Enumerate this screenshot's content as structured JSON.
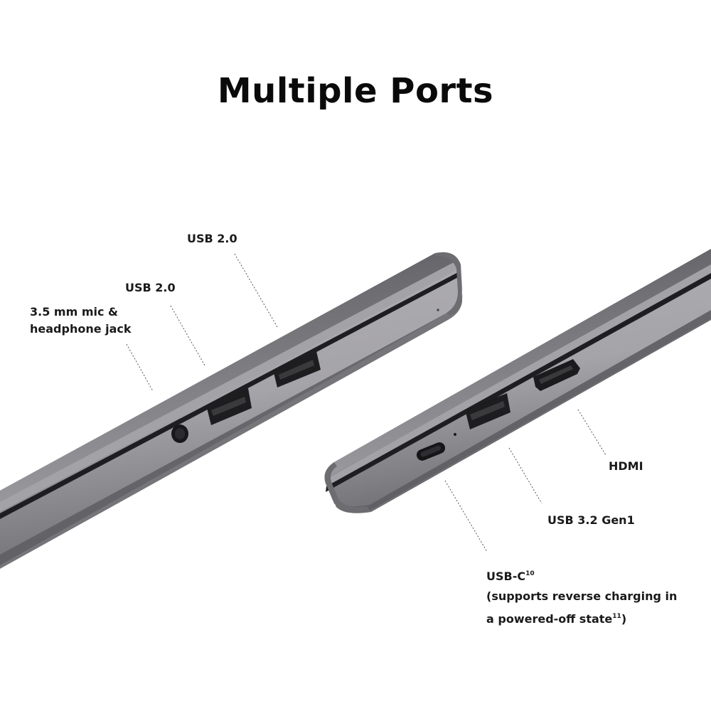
{
  "title": "Multiple Ports",
  "colors": {
    "background": "#ffffff",
    "chassis_top": "#8e8d92",
    "chassis_side": "#a9a8ad",
    "chassis_shadow": "#5c5b60",
    "seam": "#1e1e20",
    "port": "#1f1f21",
    "text": "#1a1a1a",
    "leader_line": "#555555"
  },
  "left_device": {
    "ports": [
      {
        "id": "audio-jack",
        "label": "3.5 mm mic &",
        "label_line2": "headphone jack"
      },
      {
        "id": "usb-a-1",
        "label": "USB 2.0"
      },
      {
        "id": "usb-a-2",
        "label": "USB 2.0"
      }
    ]
  },
  "right_device": {
    "ports": [
      {
        "id": "usb-c",
        "label": "USB-C",
        "label_sup": "10",
        "label_line2": "(supports reverse charging in",
        "label_line3": "a powered-off state",
        "label_line3_sup": "11",
        "label_line3_end": ")"
      },
      {
        "id": "usb-a-3",
        "label": "USB 3.2 Gen1"
      },
      {
        "id": "hdmi",
        "label": "HDMI"
      }
    ]
  }
}
